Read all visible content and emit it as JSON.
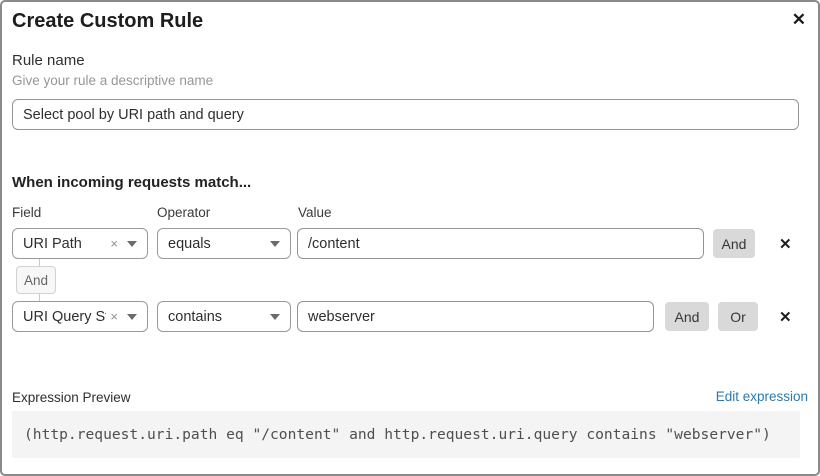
{
  "dialog": {
    "title": "Create Custom Rule"
  },
  "icons": {
    "close": "✕",
    "clear": "×",
    "remove": "✕"
  },
  "rule_name": {
    "label": "Rule name",
    "helper": "Give your rule a descriptive name",
    "value": "Select pool by URI path and query"
  },
  "match": {
    "heading": "When incoming requests match...",
    "columns": {
      "field": "Field",
      "operator": "Operator",
      "value": "Value"
    },
    "connector": "And",
    "rows": [
      {
        "field": "URI Path",
        "operator": "equals",
        "value": "/content",
        "and_label": "And"
      },
      {
        "field": "URI Query St...",
        "operator": "contains",
        "value": "webserver",
        "and_label": "And",
        "or_label": "Or"
      }
    ]
  },
  "expression": {
    "label": "Expression Preview",
    "edit_link": "Edit expression",
    "code": "(http.request.uri.path eq \"/content\" and http.request.uri.query contains \"webserver\")"
  },
  "colors": {
    "link": "#2a7ab0",
    "button_bg": "#d9d9d9",
    "code_bg": "#f4f4f4",
    "input_border": "#949494"
  }
}
